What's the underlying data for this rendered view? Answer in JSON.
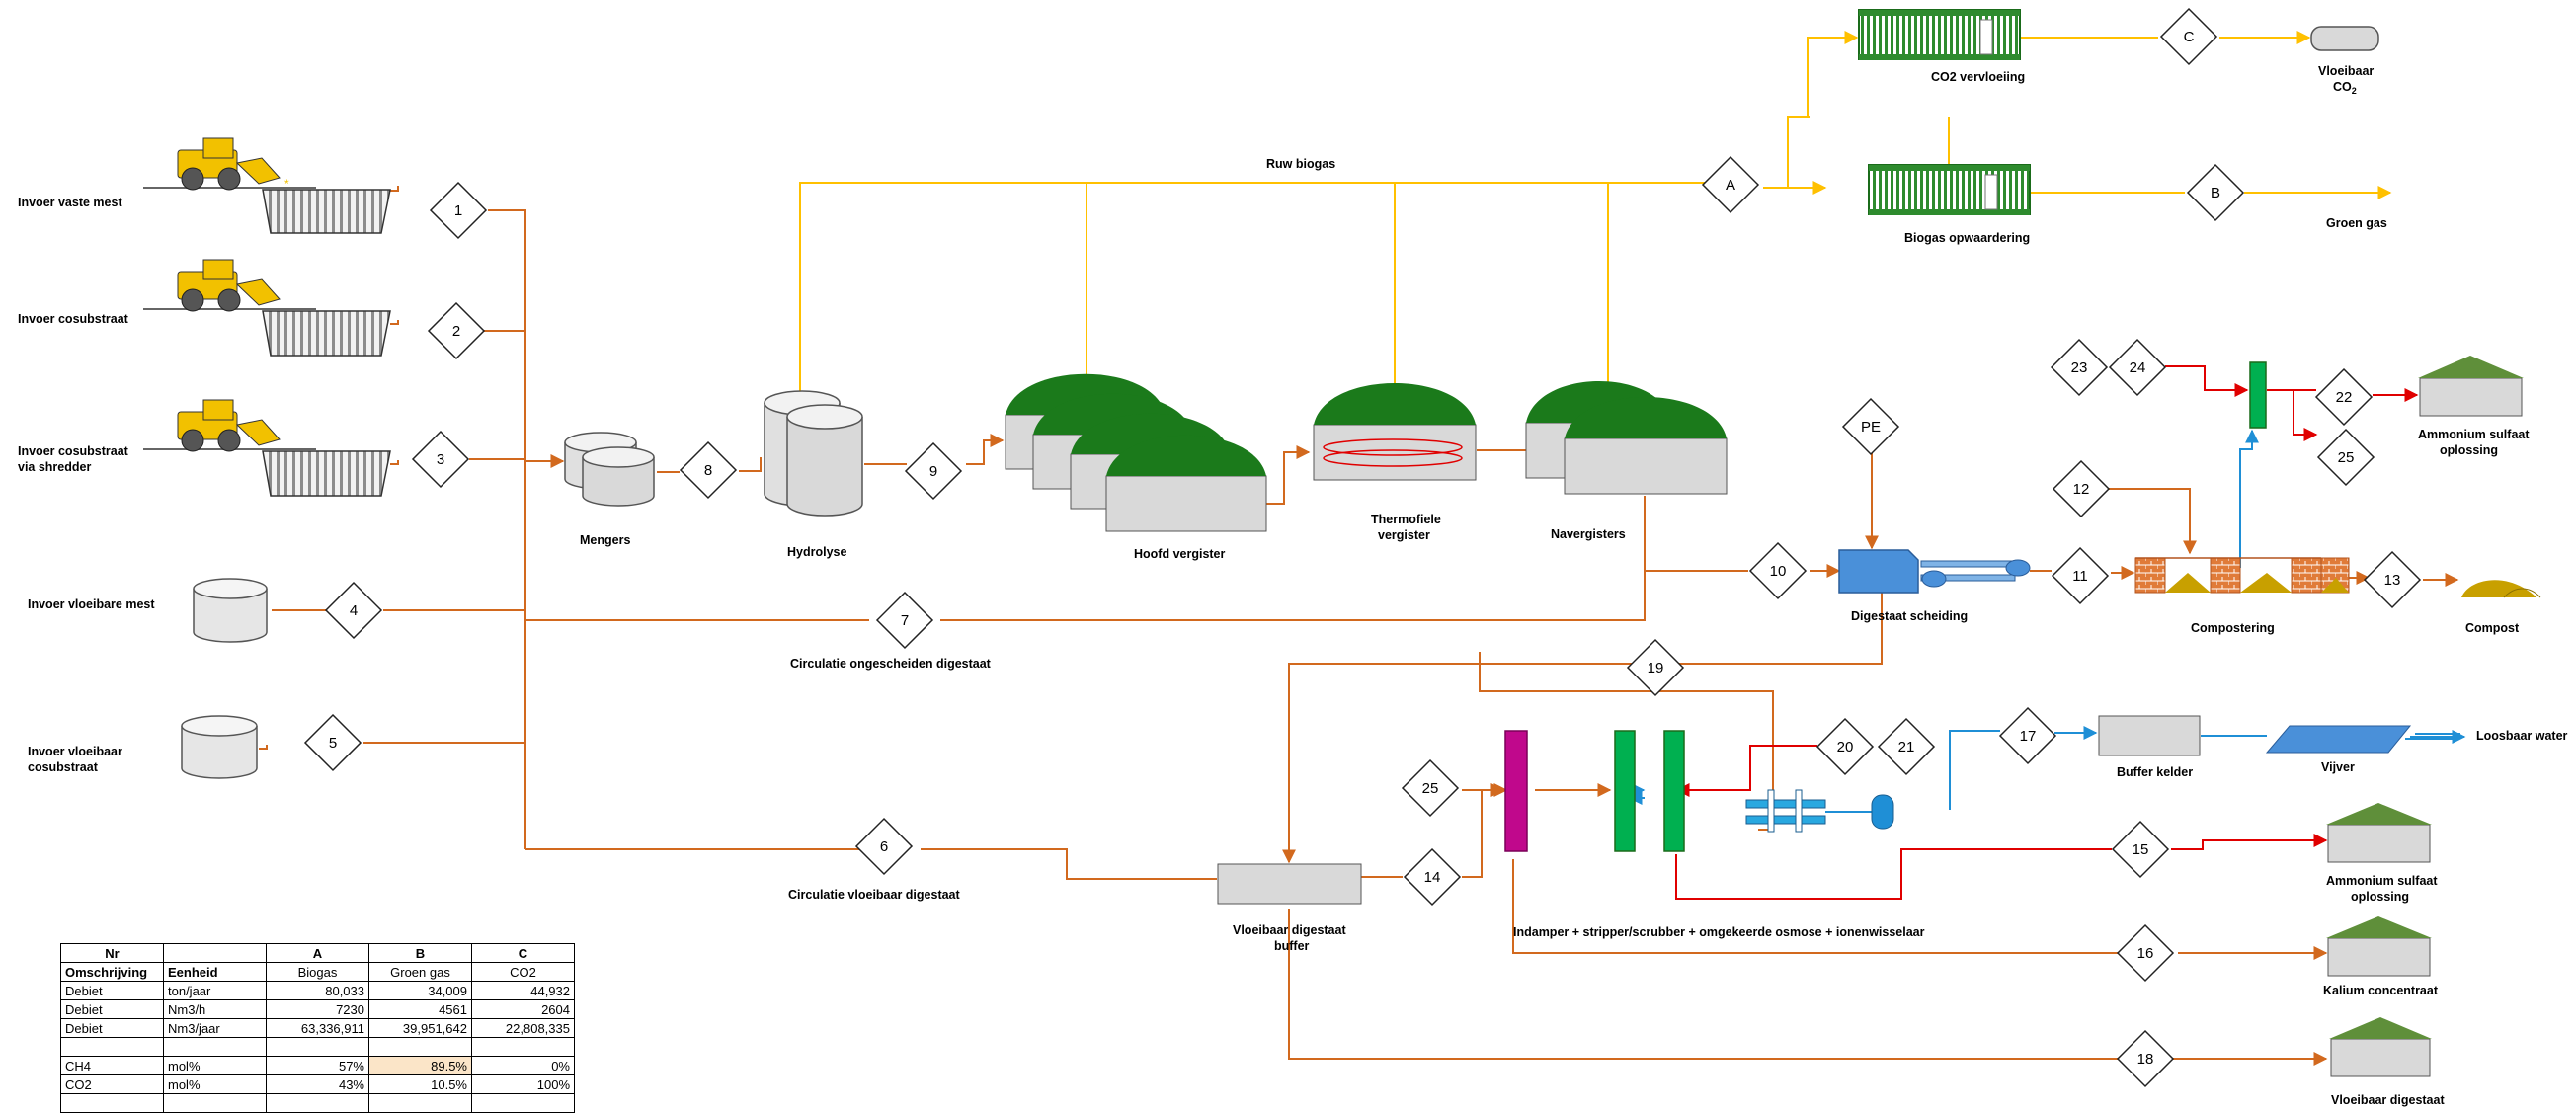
{
  "labels": {
    "invoer_vaste_mest": "Invoer vaste mest",
    "invoer_cosubstraat": "Invoer cosubstraat",
    "invoer_cosubstraat_shredder_1": "Invoer cosubstraat",
    "invoer_cosubstraat_shredder_2": "via shredder",
    "invoer_vloeibare_mest": "Invoer vloeibare mest",
    "invoer_vloeibaar_cosubstraat_1": "Invoer vloeibaar",
    "invoer_vloeibaar_cosubstraat_2": "cosubstraat",
    "mengers": "Mengers",
    "hydrolyse": "Hydrolyse",
    "hoofd_vergister": "Hoofd vergister",
    "thermofiele_1": "Thermofiele",
    "thermofiele_2": "vergister",
    "navergisters": "Navergisters",
    "ruw_biogas": "Ruw biogas",
    "co2_vervloeiing": "CO2 vervloeiing",
    "vloeibaar_co2_1": "Vloeibaar",
    "vloeibaar_co2_2": "CO",
    "vloeibaar_co2_sub": "2",
    "biogas_opwaardering": "Biogas opwaardering",
    "groen_gas": "Groen gas",
    "ammonium_sulfaat_top_1": "Ammonium sulfaat",
    "ammonium_sulfaat_top_2": "oplossing",
    "digestaat_scheiding": "Digestaat scheiding",
    "compostering": "Compostering",
    "compost": "Compost",
    "circulatie_ongescheiden": "Circulatie ongescheiden digestaat",
    "circulatie_vloeibaar": "Circulatie vloeibaar digestaat",
    "buffer_kelder": "Buffer kelder",
    "vijver": "Vijver",
    "loosbaar_water": "Loosbaar water",
    "vloeibaar_digestaat_buffer_1": "Vloeibaar digestaat",
    "vloeibaar_digestaat_buffer_2": "buffer",
    "indamper": "Indamper + stripper/scrubber + omgekeerde osmose + ionenwisselaar",
    "ammonium_sulfaat_bottom_1": "Ammonium sulfaat",
    "ammonium_sulfaat_bottom_2": "oplossing",
    "kalium_concentraat": "Kalium concentraat",
    "vloeibaar_digestaat": "Vloeibaar digestaat"
  },
  "nodes": {
    "n1": "1",
    "n2": "2",
    "n3": "3",
    "n4": "4",
    "n5": "5",
    "n6": "6",
    "n7": "7",
    "n8": "8",
    "n9": "9",
    "n10": "10",
    "n11": "11",
    "n12": "12",
    "n13": "13",
    "n14": "14",
    "n15": "15",
    "n16": "16",
    "n17": "17",
    "n18": "18",
    "n19": "19",
    "n20": "20",
    "n21": "21",
    "n22": "22",
    "n23": "23",
    "n24": "24",
    "n25a": "25",
    "n25b": "25",
    "nA": "A",
    "nB": "B",
    "nC": "C",
    "nPE": "PE"
  },
  "colors": {
    "biogas_line": "#FFC000",
    "digestate_line": "#D2691E",
    "acid_line": "#E00000",
    "water_line": "#1F8FD6",
    "dome_green": "#1B7A1B",
    "equipment_gray": "#D9D9D9"
  },
  "table": {
    "header1": [
      "Nr",
      "",
      "A",
      "B",
      "C"
    ],
    "header2": [
      "Omschrijving",
      "Eenheid",
      "Biogas",
      "Groen gas",
      "CO2"
    ],
    "rows": [
      [
        "Debiet",
        "ton/jaar",
        "80,033",
        "34,009",
        "44,932"
      ],
      [
        "Debiet",
        "Nm3/h",
        "7230",
        "4561",
        "2604"
      ],
      [
        "Debiet",
        "Nm3/jaar",
        "63,336,911",
        "39,951,642",
        "22,808,335"
      ],
      [
        "",
        "",
        "",
        "",
        ""
      ],
      [
        "CH4",
        "mol%",
        "57%",
        "89.5%",
        "0%"
      ],
      [
        "CO2",
        "mol%",
        "43%",
        "10.5%",
        "100%"
      ],
      [
        "",
        "",
        "",
        "",
        ""
      ]
    ]
  }
}
